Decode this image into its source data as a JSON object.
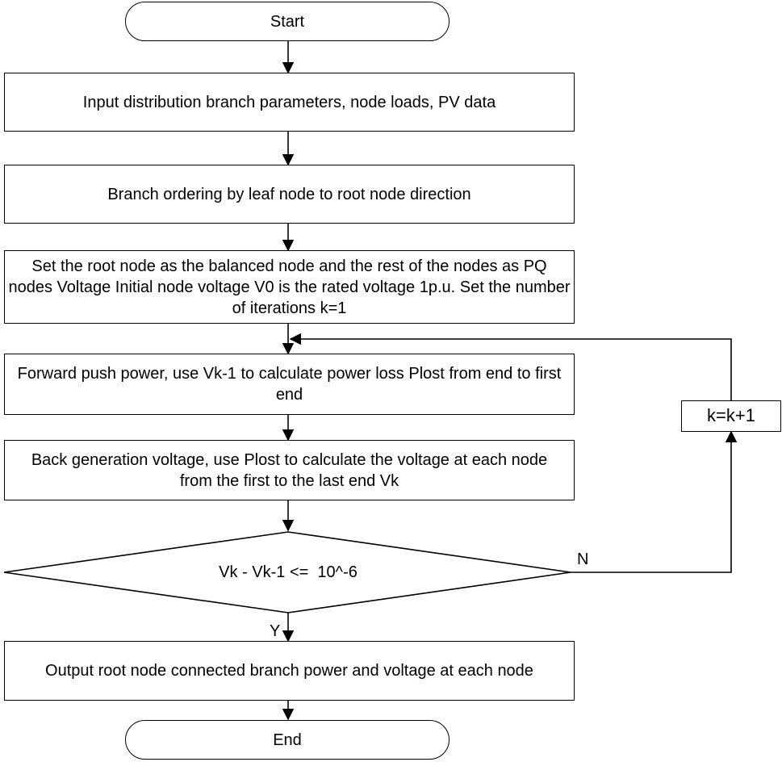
{
  "flowchart": {
    "start_label": "Start",
    "step_input": "Input distribution branch parameters, node loads, PV data",
    "step_ordering": "Branch ordering by leaf node to root node direction",
    "step_init": "Set the root node as the balanced node and the rest of the nodes as PQ nodes Voltage Initial node voltage V0 is the rated voltage 1p.u. Set the number of iterations k=1",
    "step_forward": "Forward push power, use Vk-1 to calculate power loss Plost from end to first end",
    "step_backward": "Back generation voltage, use Plost to calculate the voltage at each node from the first to the last end Vk",
    "decision": "Vk - Vk-1 <=  10^-6",
    "yes_label": "Y",
    "no_label": "N",
    "increment": "k=k+1",
    "step_output": "Output root node connected branch power and voltage at each node",
    "end_label": "End"
  }
}
